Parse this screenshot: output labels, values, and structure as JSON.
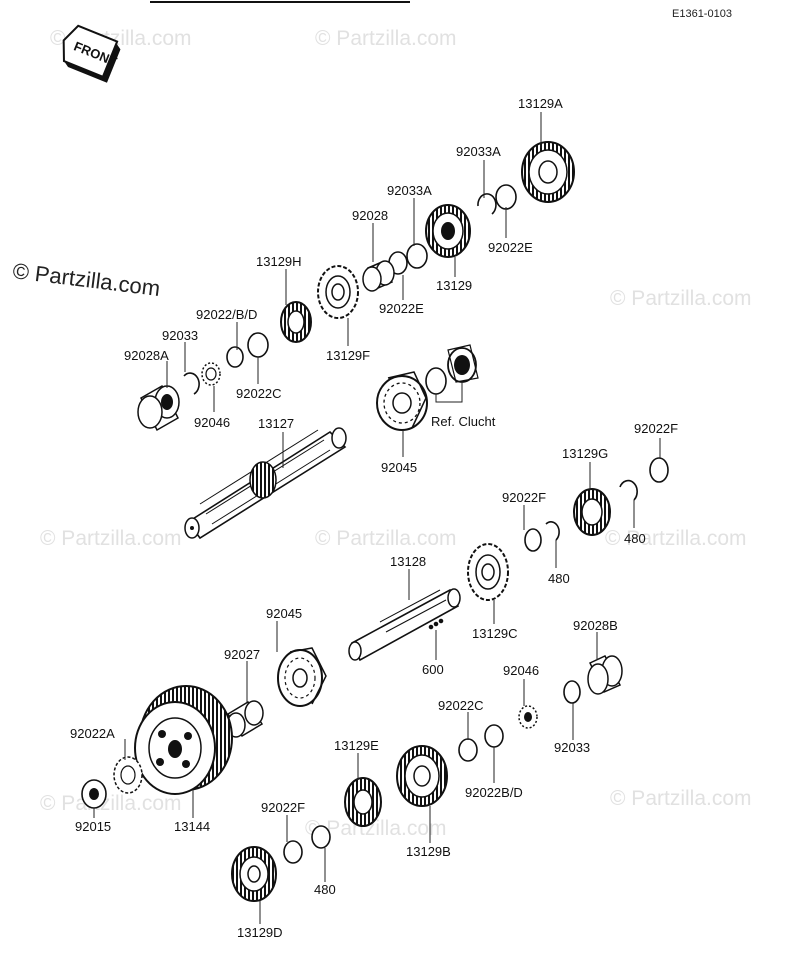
{
  "diagram_code": "E1361-0103",
  "front_tag": "FRONT",
  "watermark": "© Partzilla.com",
  "ref_note": "Ref. Clucht",
  "labels": {
    "p13129A": "13129A",
    "p92033A_1": "92033A",
    "p92033A_2": "92033A",
    "p92028": "92028",
    "p92022E_1": "92022E",
    "p92022E_2": "92022E",
    "p13129": "13129",
    "p13129H": "13129H",
    "p92022BD_1": "92022/B/D",
    "p13129F": "13129F",
    "p92033_1": "92033",
    "p92028A": "92028A",
    "p92022C_1": "92022C",
    "p92046_1": "92046",
    "p13127": "13127",
    "p92045_1": "92045",
    "p92022F_1": "92022F",
    "p13129G": "13129G",
    "p92022F_2": "92022F",
    "p480_1": "480",
    "p480_2": "480",
    "p13128": "13128",
    "p13129C": "13129C",
    "p92045_2": "92045",
    "p92028B": "92028B",
    "p92027": "92027",
    "p600": "600",
    "p92046_2": "92046",
    "p92022C_2": "92022C",
    "p92022A": "92022A",
    "p13129E": "13129E",
    "p92033_2": "92033",
    "p92022BD_2": "92022B/D",
    "p92015": "92015",
    "p13144": "13144",
    "p13129B": "13129B",
    "p92022F_3": "92022F",
    "p480_3": "480",
    "p13129D": "13129D"
  }
}
